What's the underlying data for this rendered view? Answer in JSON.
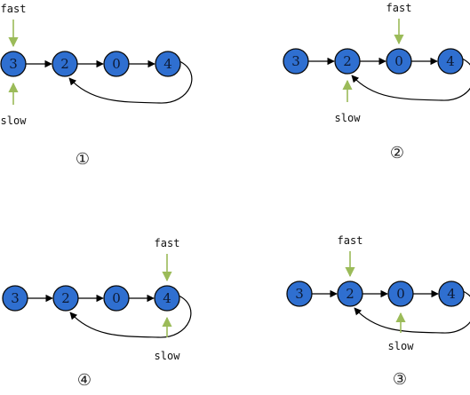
{
  "diagram": {
    "node_fill": "#2f6fd0",
    "node_stroke": "#0a0a0a",
    "pointer_arrow_color": "#9bbb59",
    "link_color": "#000000",
    "panels": [
      {
        "step": "①",
        "nodes": [
          "3",
          "2",
          "0",
          "4"
        ],
        "fast": {
          "label": "fast",
          "node_index": 0
        },
        "slow": {
          "label": "slow",
          "node_index": 0
        }
      },
      {
        "step": "②",
        "nodes": [
          "3",
          "2",
          "0",
          "4"
        ],
        "fast": {
          "label": "fast",
          "node_index": 2
        },
        "slow": {
          "label": "slow",
          "node_index": 1
        }
      },
      {
        "step": "③",
        "nodes": [
          "3",
          "2",
          "0",
          "4"
        ],
        "fast": {
          "label": "fast",
          "node_index": 1
        },
        "slow": {
          "label": "slow",
          "node_index": 2
        }
      },
      {
        "step": "④",
        "nodes": [
          "3",
          "2",
          "0",
          "4"
        ],
        "fast": {
          "label": "fast",
          "node_index": 3
        },
        "slow": {
          "label": "slow",
          "node_index": 3
        }
      }
    ]
  }
}
